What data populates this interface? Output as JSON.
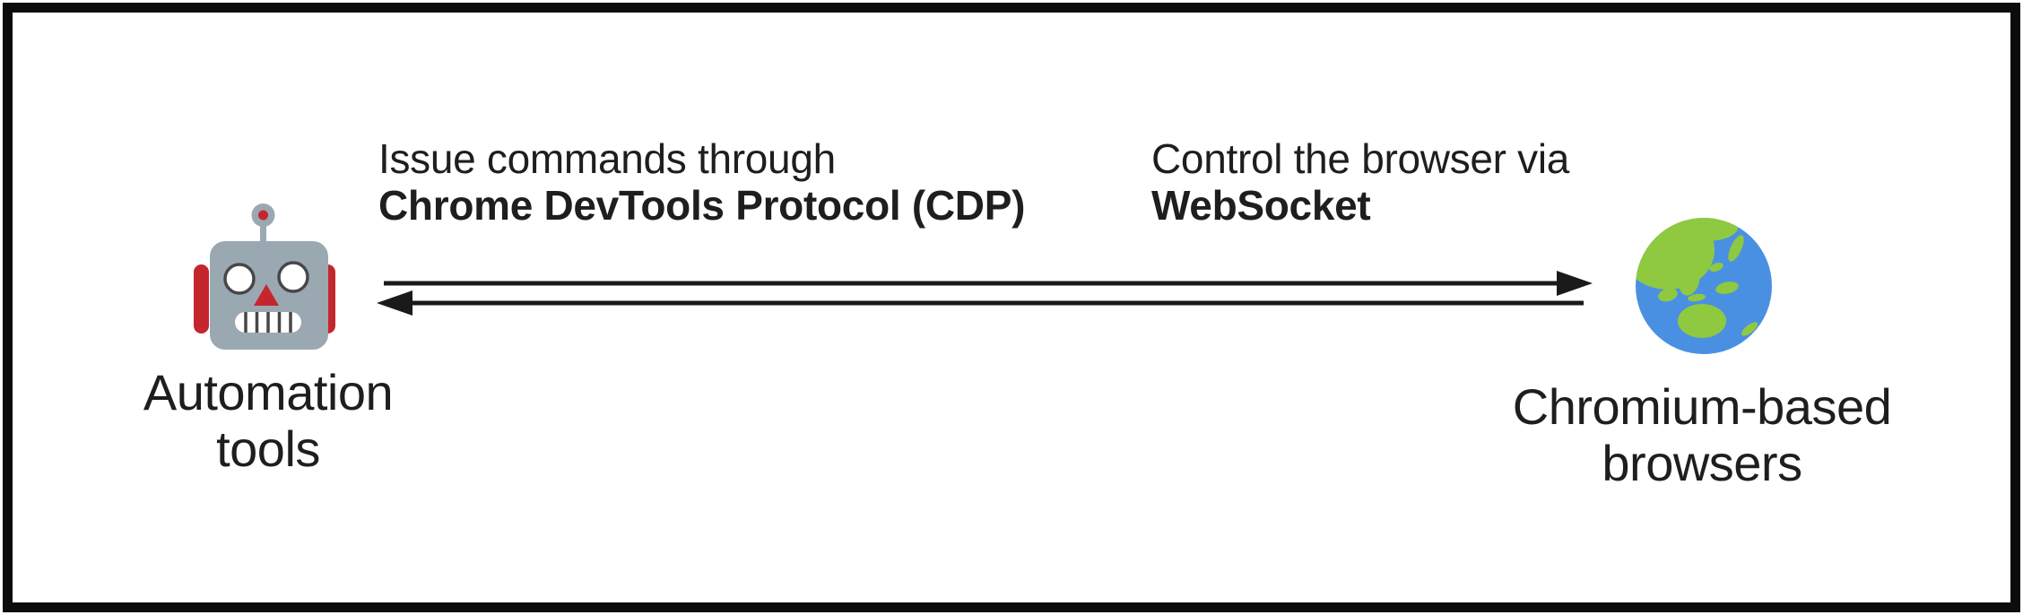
{
  "canvas": {
    "background": "#ffffff"
  },
  "diagram": {
    "left_node": {
      "icon": "robot-face",
      "label_line1": "Automation",
      "label_line2": "tools"
    },
    "right_node": {
      "icon": "globe-showing-asia-australia",
      "label_line1": "Chromium-based",
      "label_line2": "browsers"
    },
    "command_annotation": {
      "line1": "Issue commands through",
      "line2_bold": "Chrome DevTools Protocol (CDP)"
    },
    "transport_annotation": {
      "line1": "Control the browser via",
      "line2_bold": "WebSocket"
    }
  },
  "colors": {
    "border": "#0c0c0c",
    "text": "#1e1e1e",
    "arrow": "#1a1a1a",
    "robot_head": "#9aa8b2",
    "robot_red": "#c5262d",
    "robot_detail": "#474747",
    "robot_white": "#ffffff",
    "globe_ocean": "#4a90e2",
    "globe_land": "#8fc940"
  }
}
